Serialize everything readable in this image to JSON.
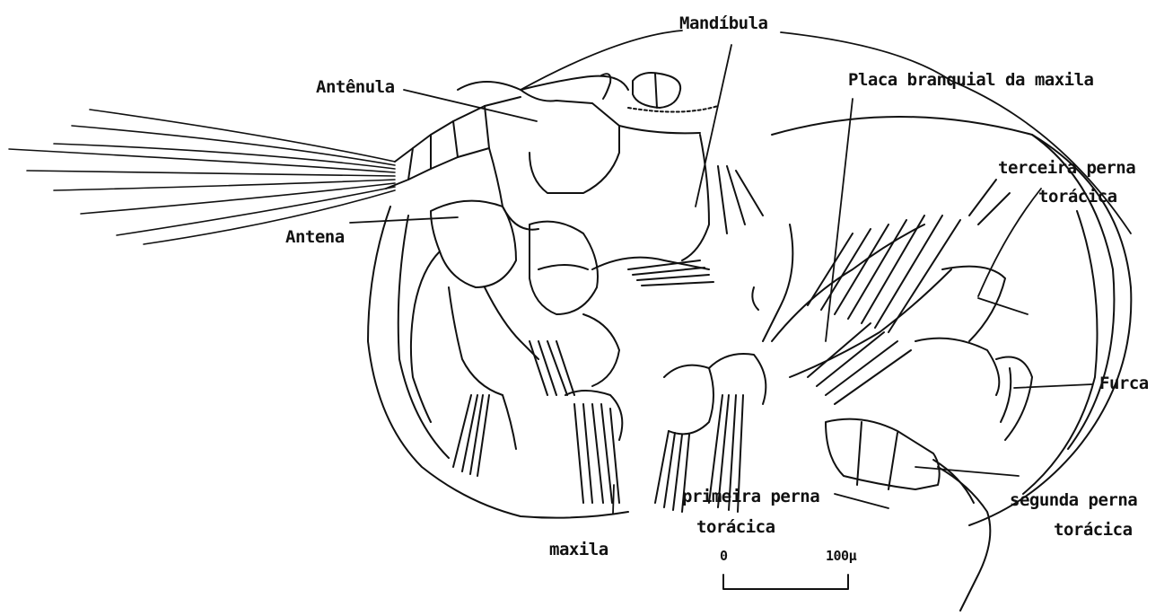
{
  "diagram": {
    "labels": {
      "mandibula": "Mandíbula",
      "antenula": "Antênula",
      "placa_branquial": "Placa branquial da maxila",
      "terceira_perna_line1": "terceira perna",
      "terceira_perna_line2": "torácica",
      "antena": "Antena",
      "furca": "Furca",
      "primeira_perna_line1": "primeira perna",
      "primeira_perna_line2": "torácica",
      "maxila": "maxila",
      "segunda_perna_line1": "segunda perna",
      "segunda_perna_line2": "torácica"
    },
    "scale": {
      "start": "0",
      "end": "100μ"
    },
    "colors": {
      "ink": "#111111",
      "paper": "#ffffff"
    }
  }
}
